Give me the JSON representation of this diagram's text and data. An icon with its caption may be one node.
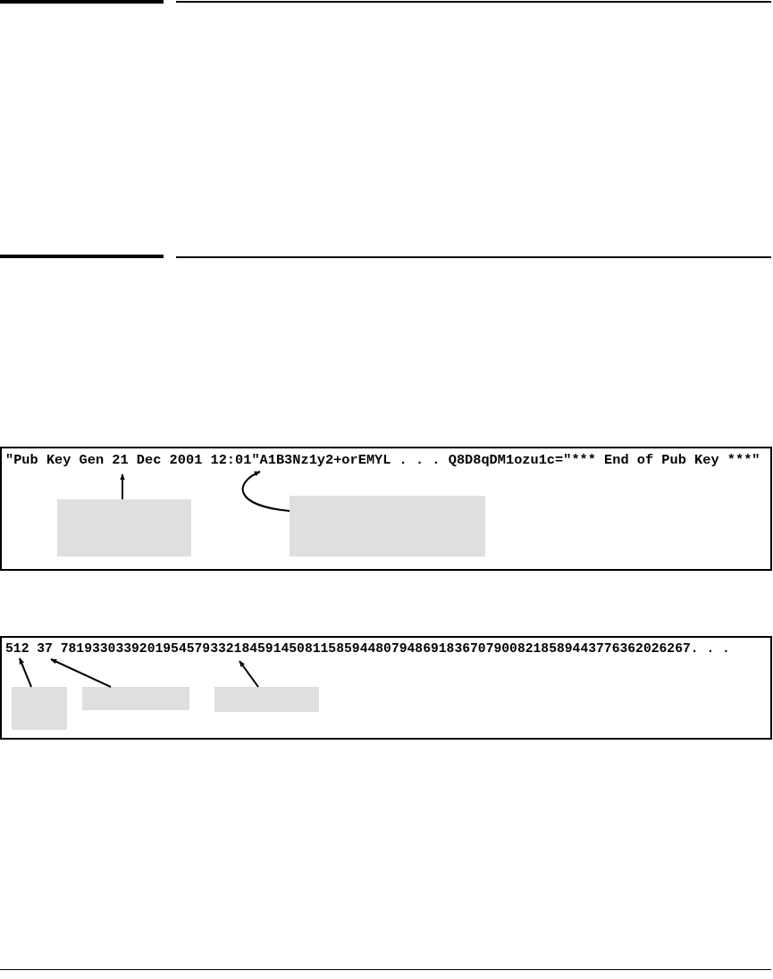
{
  "diagram": {
    "nodes": [
      {
        "text": [
          "\"Pub Key Gen 21 Dec 2001 12:01\"A1B3Nz1y2+orEMYL . . . Q8D8qDM1ozu1c=\"*** End of Pub Key ***\""
        ]
      },
      {
        "text": [],
        "shape": "box",
        "in": 0
      },
      {
        "text": [],
        "shape": "box",
        "in": 0
      },
      {
        "text": [
          "512 37 78193303392019545793321845914508115859448079486918367079008218589443776362026267. . ."
        ]
      },
      {
        "text": [],
        "shape": "box",
        "in": 3
      },
      {
        "text": [],
        "shape": "box",
        "in": 3
      },
      {
        "text": [],
        "shape": "box",
        "in": 3
      }
    ],
    "edges": [
      {
        "from": 1,
        "to": null,
        "arrow": "to"
      },
      {
        "from": 2,
        "to": null,
        "arrow": "to"
      },
      {
        "from": 4,
        "to": null,
        "arrow": "to"
      },
      {
        "from": 5,
        "to": null,
        "arrow": "to"
      },
      {
        "from": 6,
        "to": null,
        "arrow": "to"
      }
    ]
  }
}
